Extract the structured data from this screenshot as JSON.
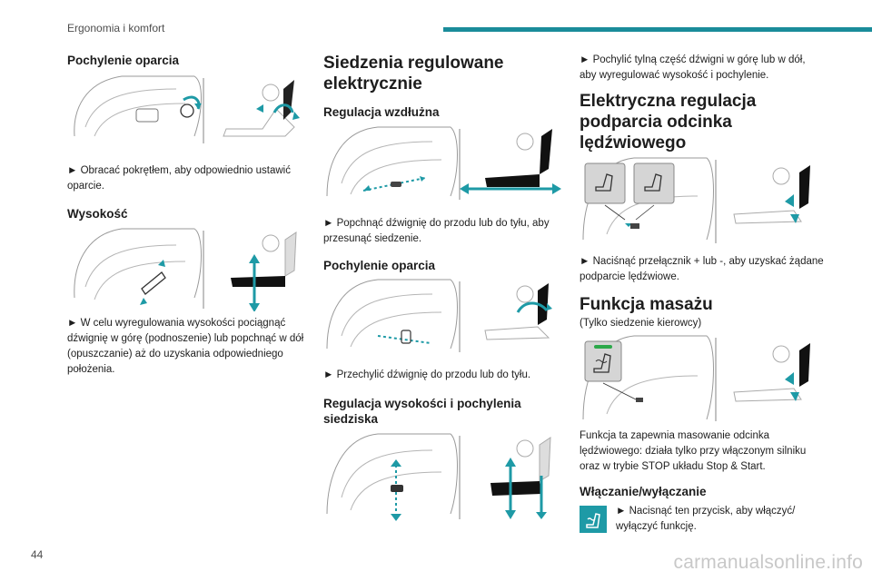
{
  "header": {
    "title": "Ergonomia i komfort"
  },
  "page_number": "44",
  "watermark": "carmanualsonline.info",
  "col1": {
    "s1_title": "Pochylenie oparcia",
    "s1_text": "► Obracać pokrętłem, aby odpowiednio ustawić oparcie.",
    "s2_title": "Wysokość",
    "s2_text": "► W celu wyregulowania wysokości pociągnąć dźwignię w górę (podnoszenie) lub popchnąć w dół (opuszczanie) aż do uzyskania odpowiedniego położenia."
  },
  "col2": {
    "main_title": "Siedzenia regulowane elektrycznie",
    "s1_title": "Regulacja wzdłużna",
    "s1_text": "► Popchnąć dźwignię do przodu lub do tyłu, aby przesunąć siedzenie.",
    "s2_title": "Pochylenie oparcia",
    "s2_text": "► Przechylić dźwignię do przodu lub do tyłu.",
    "s3_title": "Regulacja wysokości i pochylenia siedziska"
  },
  "col3": {
    "intro_text": "► Pochylić tylną część dźwigni w górę lub w dół, aby wyregulować wysokość i pochylenie.",
    "s1_title": "Elektryczna regulacja podparcia odcinka lędźwiowego",
    "s1_text": "► Naciśnąć przełącznik + lub -, aby uzyskać żądane podparcie lędźwiowe.",
    "s2_title": "Funkcja masażu",
    "s2_note": "(Tylko siedzenie kierowcy)",
    "s2_text": "Funkcja ta zapewnia masowanie odcinka lędźwiowego: działa tylko przy włączonym silniku oraz w trybie STOP układu Stop & Start.",
    "s3_title": "Włączanie/wyłączanie",
    "s3_text": "► Nacisnąć ten przycisk, aby włączyć/ wyłączyć funkcję."
  },
  "colors": {
    "accent": "#1a8c9a",
    "arrow": "#1e9aa6",
    "line": "#9a9a9a"
  }
}
